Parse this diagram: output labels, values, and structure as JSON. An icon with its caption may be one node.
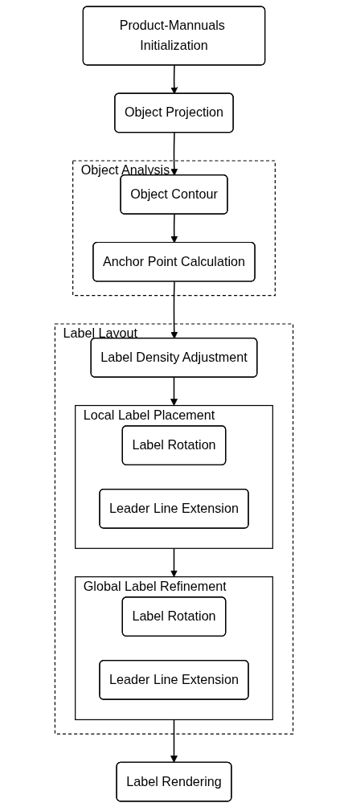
{
  "diagram": {
    "nodes": [
      {
        "text": [
          "Product-Mannuals Initialization"
        ]
      },
      {
        "text": [
          "Object Projection"
        ]
      },
      {
        "text": [
          "Object Analysis"
        ]
      },
      {
        "text": [
          "Object Contour"
        ],
        "in": 2
      },
      {
        "text": [
          "Anchor Point Calculation"
        ],
        "in": 2
      },
      {
        "text": [
          "Label Layout"
        ]
      },
      {
        "text": [
          "Label Density Adjustment"
        ],
        "in": 5
      },
      {
        "text": [
          "Local Label Placement"
        ],
        "in": 5
      },
      {
        "text": [
          "Label Rotation"
        ],
        "in": 7
      },
      {
        "text": [
          "Leader Line Extension"
        ],
        "in": 7
      },
      {
        "text": [
          "Global Label Refinement"
        ],
        "in": 5
      },
      {
        "text": [
          "Label Rotation"
        ],
        "in": 10
      },
      {
        "text": [
          "Leader Line Extension"
        ],
        "in": 10
      },
      {
        "text": [
          "Label Rendering"
        ]
      }
    ],
    "edges": [
      {
        "from": 0,
        "to": 1,
        "arrow": "to"
      },
      {
        "from": 1,
        "to": 3,
        "arrow": "to"
      },
      {
        "from": 3,
        "to": 4,
        "arrow": "to"
      },
      {
        "from": 4,
        "to": 6,
        "arrow": "to"
      },
      {
        "from": 6,
        "to": 7,
        "arrow": "to"
      },
      {
        "from": 7,
        "to": 10,
        "arrow": "to"
      },
      {
        "from": 10,
        "to": 13,
        "arrow": "to"
      }
    ]
  }
}
